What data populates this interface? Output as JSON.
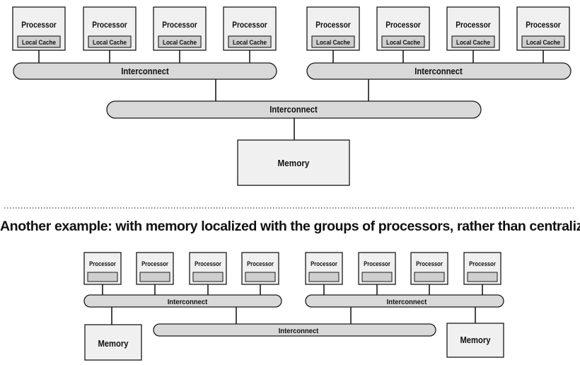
{
  "labels": {
    "processor": "Processor",
    "local_cache": "Local Cache",
    "interconnect": "Interconnect",
    "memory": "Memory"
  },
  "heading": "Another example: with memory localized with the groups of processors, rather than centralized",
  "colors": {
    "box_fill": "#f0f0f0",
    "cache_fill": "#cfcfcf",
    "bus_fill": "#d9d9d9",
    "stroke": "#1a1a1a",
    "separator": "#555555"
  },
  "top_diagram": {
    "groups": 2,
    "processors_per_group": 4,
    "cache_labeled": true,
    "group_interconnects": 2,
    "shared_interconnect": 1,
    "memory_modules": 1
  },
  "bottom_diagram": {
    "groups": 2,
    "processors_per_group": 4,
    "cache_labeled": false,
    "group_interconnects": 2,
    "shared_interconnect": 1,
    "memory_modules": 2
  }
}
